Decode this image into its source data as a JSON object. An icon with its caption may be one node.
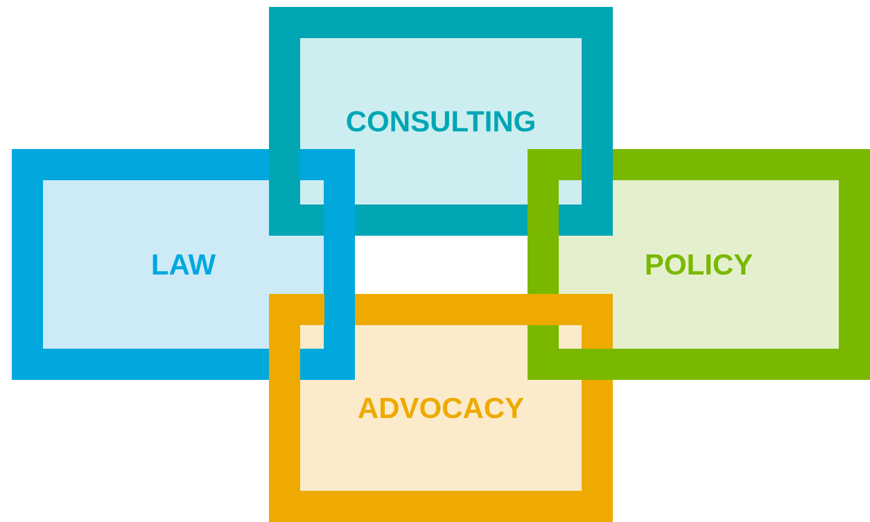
{
  "diagram": {
    "nodes": [
      {
        "text": [
          "CONSULTING"
        ]
      },
      {
        "text": [
          "LAW"
        ]
      },
      {
        "text": [
          "POLICY"
        ]
      },
      {
        "text": [
          "ADVOCACY"
        ]
      }
    ]
  }
}
